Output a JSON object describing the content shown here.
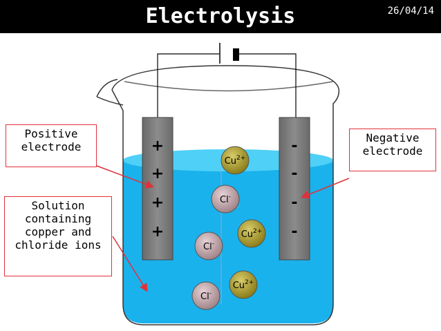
{
  "header": {
    "title": "Electrolysis",
    "date": "26/04/14"
  },
  "labels": {
    "positive": [
      "Positive",
      "electrode"
    ],
    "negative": [
      "Negative",
      "electrode"
    ],
    "solution": [
      "Solution",
      "containing",
      "copper and",
      "chloride ions"
    ]
  },
  "electrodes": {
    "positive_signs": [
      "+",
      "+",
      "+",
      "+"
    ],
    "negative_signs": [
      "-",
      "-",
      "-",
      "-"
    ]
  },
  "ions": [
    {
      "symbol": "Cu",
      "charge": "2+",
      "type": "copper"
    },
    {
      "symbol": "Cl",
      "charge": "-",
      "type": "chloride"
    },
    {
      "symbol": "Cu",
      "charge": "2+",
      "type": "copper"
    },
    {
      "symbol": "Cl",
      "charge": "-",
      "type": "chloride"
    },
    {
      "symbol": "Cu",
      "charge": "2+",
      "type": "copper"
    },
    {
      "symbol": "Cl",
      "charge": "-",
      "type": "chloride"
    }
  ],
  "colors": {
    "solution": "#1ab2ec",
    "solution_top": "#4fd0f7",
    "electrode": "#7d7d7d",
    "copper_ion": "#a99a2a",
    "chloride_ion": "#c0a3a8",
    "arrow": "#e0303a"
  }
}
